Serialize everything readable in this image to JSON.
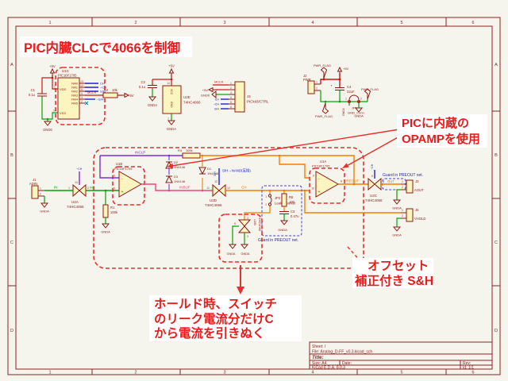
{
  "app": {
    "name": "KiCad Schematic Editor"
  },
  "colors": {
    "annotation_red": "#e91c1c",
    "wire_green": "#0aa00a",
    "wire_orange": "#f08000",
    "wire_purple": "#7b2fd8",
    "wire_pink": "#e84878",
    "wire_blue": "#2020d8",
    "symbol_outline": "#8b1a12",
    "symbol_fill": "#fcf5c0",
    "frame_red": "#8b2423"
  },
  "annotations": {
    "clc": "PIC内臓CLCで4066を制御",
    "opamp_l1": "PICに内蔵の",
    "opamp_l2": "OPAMPを使用",
    "offset_l1": "オフセット",
    "offset_l2": "補正付き S&H",
    "leak_l1": "ホールド時、スイッチ",
    "leak_l2": "のリーク電流分だけC",
    "leak_l3": "から電流を引きぬく"
  },
  "frame": {
    "cols": [
      "1",
      "2",
      "3",
      "4",
      "5",
      "6"
    ],
    "rows": [
      "A",
      "B",
      "C",
      "D"
    ]
  },
  "title_block": {
    "sheet": "Sheet: /",
    "file": "File: Analog_D-FF_v0.3.kicad_sch",
    "title": "Title:",
    "size": "Size: A4",
    "date": "Date:",
    "rev": "Rev:",
    "app": "KiCad E.D.A. 8.0.3",
    "id": "Id: 1/1"
  },
  "power": {
    "p5v": "+5V",
    "gnd0": "GND0",
    "gnda": "GNDA",
    "pwr_flag": "PWR_FLAG"
  },
  "nets": {
    "in": "IN",
    "inp": "INP",
    "inclp": "INCLP",
    "inbuf": "INBUF",
    "ch": "CH",
    "nch": "~CH",
    "sh": "S/H",
    "nsh": "~S/H",
    "preout": "PREOUT",
    "out": "OUT",
    "mclr": "MCLR",
    "sh_note": "S/H→NAND(互換)"
  },
  "guard_note": "Guard in PREOUT net.",
  "components": {
    "u1c": {
      "ref": "U1C",
      "value": "PIC16F1705",
      "pin_vdd": "1",
      "vdd": "VDD",
      "pin_vss": "14",
      "vss": "VSS",
      "ra": [
        {
          "name": "RA0",
          "num": "13"
        },
        {
          "name": "RA1",
          "num": "12"
        },
        {
          "name": "RA2",
          "num": "11"
        },
        {
          "name": "RA3",
          "num": "4"
        },
        {
          "name": "RA4",
          "num": "3"
        },
        {
          "name": "RA5",
          "num": "2"
        }
      ]
    },
    "c1": {
      "ref": "C1",
      "value": "0.1u"
    },
    "r2": {
      "ref": "R2",
      "value": "10k"
    },
    "c2": {
      "ref": "C2",
      "value": "0.1u"
    },
    "u2e": {
      "ref": "U2E",
      "value": "74HC4066",
      "pin_top": "14",
      "pin_bot": "7",
      "vcc": "VCC",
      "gnd": "GND"
    },
    "j4": {
      "ref": "J4",
      "value": "PICkit3/CTRL",
      "pins": [
        "1",
        "2",
        "3",
        "4",
        "5",
        "6"
      ]
    },
    "j2": {
      "ref": "J2",
      "value": "PWR",
      "pin1": "1",
      "pin2": "2"
    },
    "c4": {
      "ref": "C4",
      "value": "22uF",
      "plus": "+"
    },
    "jp1": {
      "ref": "JP1",
      "value": "GND_Conn",
      "pin1": "1",
      "pin2": "2"
    },
    "j1": {
      "ref": "J1",
      "value": "ADIN",
      "pin1": "1",
      "pin2": "2"
    },
    "u2a": {
      "ref": "U2A",
      "value": "74HC4066",
      "pin_in": "1",
      "pin_out": "2",
      "pin_ctrl": "13"
    },
    "r1": {
      "ref": "R1",
      "value": "100k"
    },
    "u1b": {
      "ref": "U1B",
      "value": "PIC16F1705",
      "pin_minus": "6",
      "pin_plus": "5",
      "pin_out": "7",
      "minus": "-",
      "plus": "+"
    },
    "d1": {
      "ref": "D1",
      "value": "1N4148"
    },
    "d2": {
      "ref": "D2",
      "value": "1N4148"
    },
    "d3": {
      "ref": "D3",
      "value": "1N4148"
    },
    "r4": {
      "ref": "R4",
      "value": "100k"
    },
    "u2d": {
      "ref": "U2D",
      "value": "74HC4066",
      "pin_in": "11",
      "pin_out": "10",
      "pin_ctrl": "12"
    },
    "jp2": {
      "ref": "JP2",
      "value": "Leak_Counter",
      "pin1": "1",
      "pin2": "2"
    },
    "r6": {
      "ref": "R6",
      "value": "100"
    },
    "c3": {
      "ref": "C3",
      "value": "0.47u"
    },
    "u2b": {
      "ref": "U2B",
      "value": "74HC4066",
      "pin_top": "4",
      "pin_bot": "3",
      "pin_ctrl": "5"
    },
    "u1a": {
      "ref": "U1A",
      "value": "PIC16F1705",
      "pin_minus": "9",
      "pin_plus": "10",
      "pin_out": "8",
      "minus": "-",
      "plus": "+"
    },
    "u2c": {
      "ref": "U2C",
      "value": "74HC4066",
      "pin_in": "9",
      "pin_out": "8",
      "pin_ctrl": "6"
    },
    "j3": {
      "ref": "J3",
      "value": "AOUT",
      "pin1": "1",
      "pin2": "2"
    },
    "j5": {
      "ref": "J5",
      "value": "VHOLD",
      "pin1": "1",
      "pin2": "2"
    }
  }
}
